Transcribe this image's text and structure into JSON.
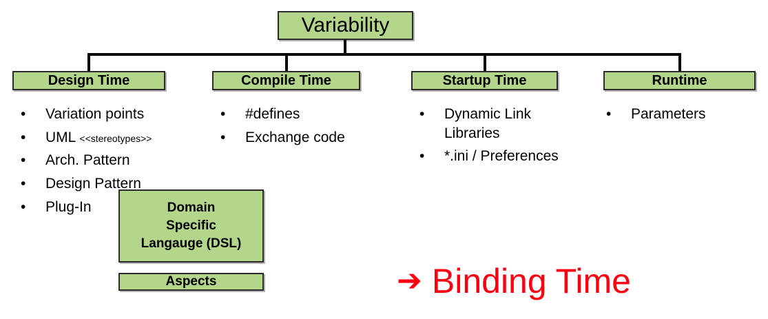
{
  "diagram": {
    "root": {
      "label": "Variability"
    },
    "columns": [
      {
        "header": "Design Time",
        "items": [
          {
            "text": "Variation points"
          },
          {
            "text": "UML ",
            "tag": "<<stereotypes>>"
          },
          {
            "text": "Arch. Pattern"
          },
          {
            "text": "Design Pattern"
          },
          {
            "text": "Plug-In"
          }
        ]
      },
      {
        "header": "Compile Time",
        "items": [
          {
            "text": "#defines"
          },
          {
            "text": "Exchange code"
          }
        ]
      },
      {
        "header": "Startup Time",
        "items": [
          {
            "text": "Dynamic Link Libraries"
          },
          {
            "text": "*.ini / Preferences"
          }
        ]
      },
      {
        "header": "Runtime",
        "items": [
          {
            "text": "Parameters"
          }
        ]
      }
    ],
    "extra_boxes": [
      {
        "line1": "Domain",
        "line2": "Specific",
        "line3": "Langauge (DSL)"
      },
      {
        "label": "Aspects"
      }
    ],
    "callout": {
      "arrow": "➔",
      "label": "Binding Time",
      "color": "#fa0010"
    },
    "bullet_glyph": "•",
    "box_fill": "#b3d68a",
    "box_border": "#2b2b2b"
  }
}
